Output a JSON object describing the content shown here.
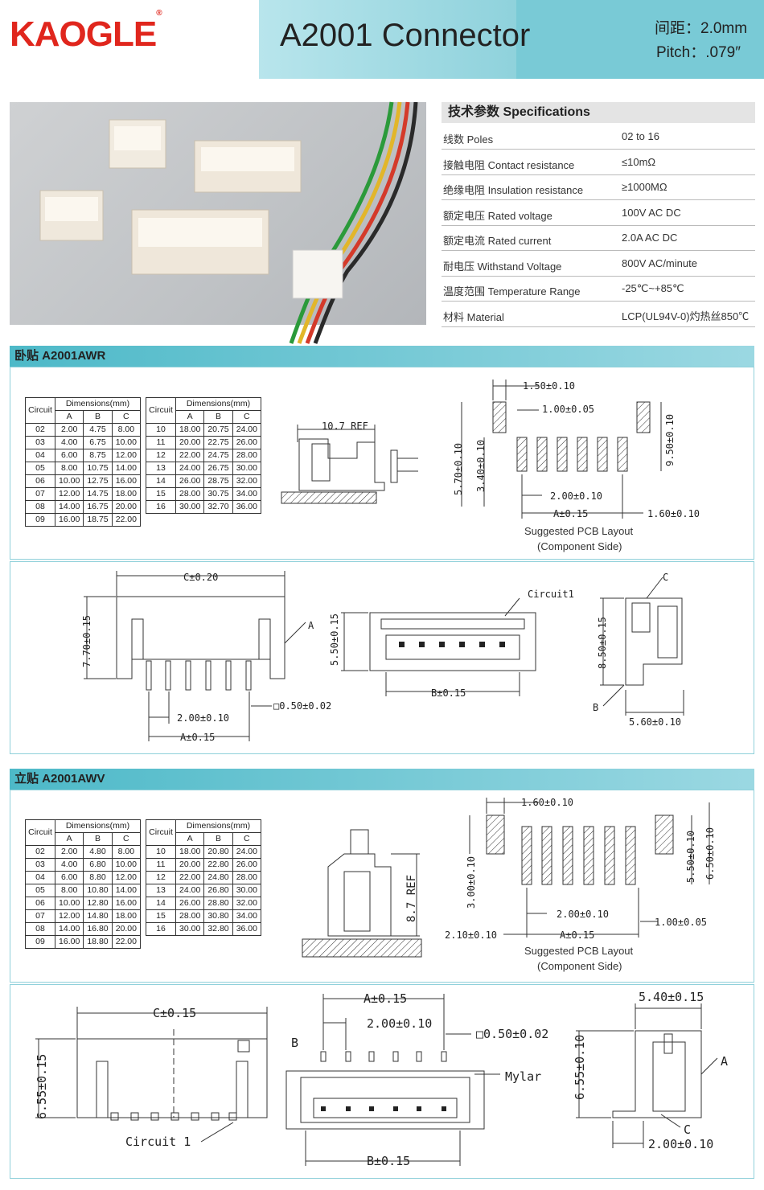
{
  "header": {
    "brand": "KAOGLE",
    "brand_mark": "®",
    "title": "A2001 Connector",
    "pitch_cn": "间距：2.0mm",
    "pitch_en": "Pitch：.079″"
  },
  "specs": {
    "heading": "技术参数 Specifications",
    "rows": [
      {
        "k": "线数 Poles",
        "v": "02 to 16"
      },
      {
        "k": "接触电阻 Contact resistance",
        "v": "≤10mΩ"
      },
      {
        "k": "绝缘电阻 Insulation resistance",
        "v": "≥1000MΩ"
      },
      {
        "k": "额定电压 Rated voltage",
        "v": "100V AC DC"
      },
      {
        "k": "额定电流 Rated current",
        "v": "2.0A AC DC"
      },
      {
        "k": "耐电压 Withstand Voltage",
        "v": "800V AC/minute"
      },
      {
        "k": "温度范围 Temperature Range",
        "v": "-25℃~+85℃"
      },
      {
        "k": "材料 Material",
        "v": "LCP(UL94V-0)灼热丝850℃"
      }
    ]
  },
  "awr": {
    "heading": "卧贴 A2001AWR",
    "table_circuit": "Circuit",
    "table_dims": "Dimensions(mm)",
    "cols": [
      "A",
      "B",
      "C"
    ],
    "left_rows": [
      [
        "02",
        "2.00",
        "4.75",
        "8.00"
      ],
      [
        "03",
        "4.00",
        "6.75",
        "10.00"
      ],
      [
        "04",
        "6.00",
        "8.75",
        "12.00"
      ],
      [
        "05",
        "8.00",
        "10.75",
        "14.00"
      ],
      [
        "06",
        "10.00",
        "12.75",
        "16.00"
      ],
      [
        "07",
        "12.00",
        "14.75",
        "18.00"
      ],
      [
        "08",
        "14.00",
        "16.75",
        "20.00"
      ],
      [
        "09",
        "16.00",
        "18.75",
        "22.00"
      ]
    ],
    "right_rows": [
      [
        "10",
        "18.00",
        "20.75",
        "24.00"
      ],
      [
        "11",
        "20.00",
        "22.75",
        "26.00"
      ],
      [
        "12",
        "22.00",
        "24.75",
        "28.00"
      ],
      [
        "13",
        "24.00",
        "26.75",
        "30.00"
      ],
      [
        "14",
        "26.00",
        "28.75",
        "32.00"
      ],
      [
        "15",
        "28.00",
        "30.75",
        "34.00"
      ],
      [
        "16",
        "30.00",
        "32.70",
        "36.00"
      ]
    ],
    "ref": "10.7 REF",
    "pcb": {
      "d1": "1.50±0.10",
      "d2": "1.00±0.05",
      "d3": "5.70±0.10",
      "d4": "3.40±0.10",
      "d5": "9.50±0.10",
      "d6": "2.00±0.10",
      "d7": "A±0.15",
      "d8": "1.60±0.10"
    },
    "pcb_caption1": "Suggested PCB Layout",
    "pcb_caption2": "(Component Side)",
    "front": {
      "c": "C±0.20",
      "h": "7.70±0.15",
      "a_lbl": "A",
      "pitch": "2.00±0.10",
      "a": "A±0.15",
      "pin": "□0.50±0.02"
    },
    "top": {
      "circuit": "Circuit1",
      "h": "5.50±0.15",
      "b": "B±0.15"
    },
    "side": {
      "c": "C",
      "h": "8.50±0.15",
      "b": "B",
      "w": "5.60±0.10"
    }
  },
  "awv": {
    "heading": "立贴 A2001AWV",
    "table_circuit": "Circuit",
    "table_dims": "Dimensions(mm)",
    "cols": [
      "A",
      "B",
      "C"
    ],
    "left_rows": [
      [
        "02",
        "2.00",
        "4.80",
        "8.00"
      ],
      [
        "03",
        "4.00",
        "6.80",
        "10.00"
      ],
      [
        "04",
        "6.00",
        "8.80",
        "12.00"
      ],
      [
        "05",
        "8.00",
        "10.80",
        "14.00"
      ],
      [
        "06",
        "10.00",
        "12.80",
        "16.00"
      ],
      [
        "07",
        "12.00",
        "14.80",
        "18.00"
      ],
      [
        "08",
        "14.00",
        "16.80",
        "20.00"
      ],
      [
        "09",
        "16.00",
        "18.80",
        "22.00"
      ]
    ],
    "right_rows": [
      [
        "10",
        "18.00",
        "20.80",
        "24.00"
      ],
      [
        "11",
        "20.00",
        "22.80",
        "26.00"
      ],
      [
        "12",
        "22.00",
        "24.80",
        "28.00"
      ],
      [
        "13",
        "24.00",
        "26.80",
        "30.00"
      ],
      [
        "14",
        "26.00",
        "28.80",
        "32.00"
      ],
      [
        "15",
        "28.00",
        "30.80",
        "34.00"
      ],
      [
        "16",
        "30.00",
        "32.80",
        "36.00"
      ]
    ],
    "ref": "8.7 REF",
    "pcb": {
      "d1": "1.60±0.10",
      "d2": "3.00±0.10",
      "d3": "5.50±0.10",
      "d4": "6.50±0.10",
      "d5": "2.00±0.10",
      "d6": "1.00±0.05",
      "d7": "2.10±0.10",
      "d8": "A±0.15"
    },
    "pcb_caption1": "Suggested PCB Layout",
    "pcb_caption2": "(Component Side)",
    "front": {
      "c": "C±0.15",
      "h": "6.55±0.15",
      "circuit": "Circuit 1"
    },
    "top": {
      "a": "A±0.15",
      "pitch": "2.00±0.10",
      "pin": "□0.50±0.02",
      "b_lbl": "B",
      "mylar": "Mylar",
      "b": "B±0.15"
    },
    "side": {
      "w": "5.40±0.15",
      "h": "6.55±0.10",
      "a": "A",
      "c": "C",
      "pitch": "2.00±0.10"
    }
  },
  "colors": {
    "brand_red": "#e0261d",
    "header_teal": "#79cad6",
    "section_teal": "#4db9c8"
  }
}
